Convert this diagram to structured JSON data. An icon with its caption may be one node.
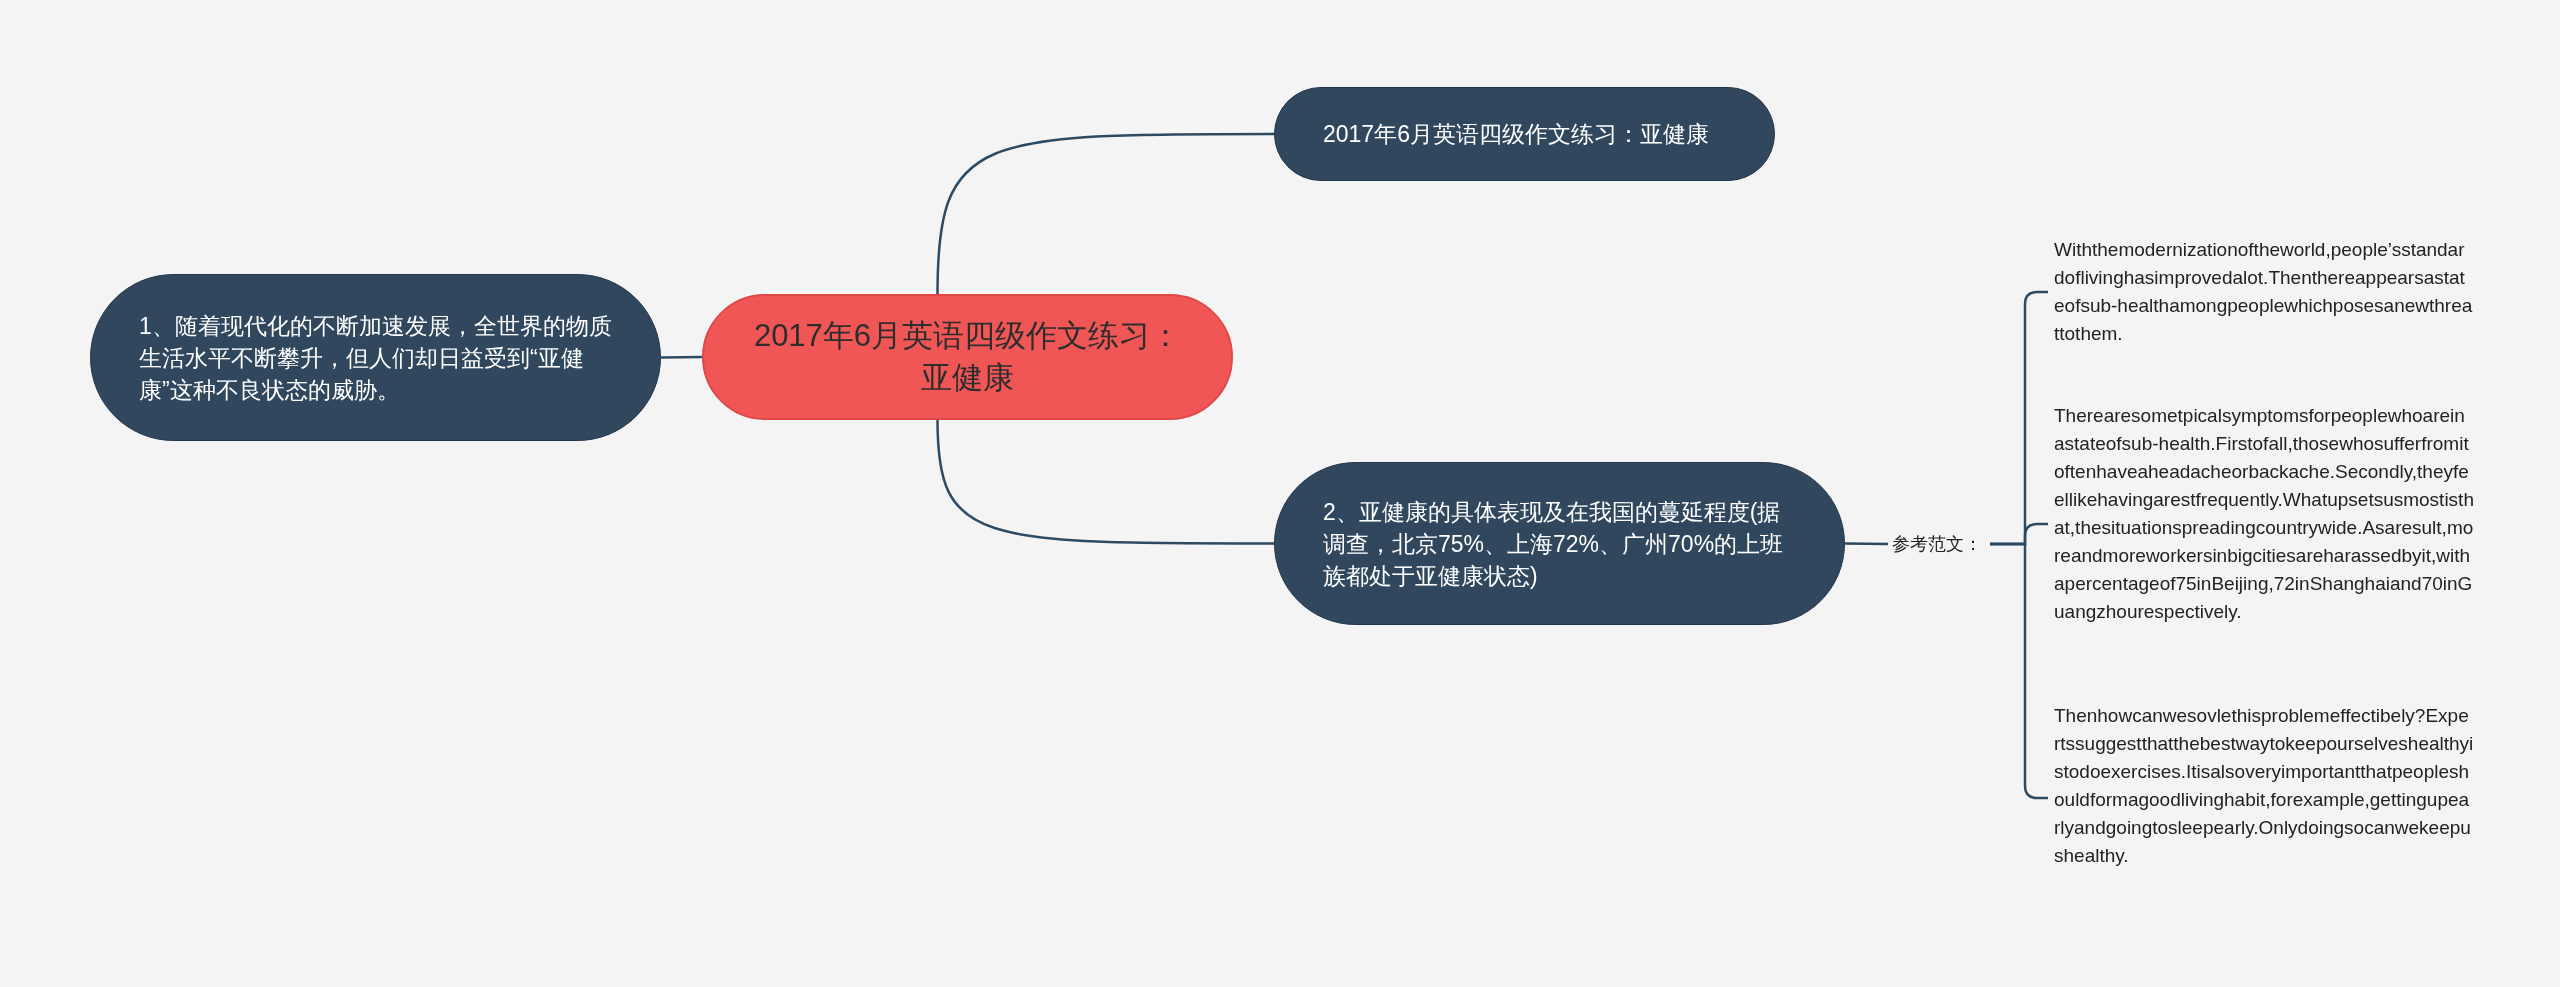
{
  "diagram": {
    "nodes": [
      {
        "text": [
          "2017年6月英语四级作文练习：亚健康"
        ]
      },
      {
        "text": [
          "2017年6月英语四级作文练习：亚健康"
        ]
      },
      {
        "text": [
          "1、随着现代化的不断加速发展，全世界的物质生活水平不断攀升，但人们却日益受到“亚健康”这种不良状态的威胁。"
        ]
      },
      {
        "text": [
          "2、亚健康的具体表现及在我国的蔓延程度(据调查，北京75%、上海72%、广州70%的上班族都处于亚健康状态)"
        ]
      },
      {
        "text": [
          "参考范文："
        ]
      },
      {
        "text": [
          "Withthemodernizationoftheworld,people’sstandardoflivinghasimprovedalot.Thenthereappearsastateofsub-healthamongpeoplewhichposesanewthreattothem."
        ]
      },
      {
        "text": [
          "Therearesometpicalsymptomsforpeoplewhoareinastateofsub-health.Firstofall,thosewhosufferfromitoftenhaveaheadacheorbackache.Secondly,theyfeellikehavingarestfrequently.Whatupsetsusmostisthat,thesituationspreadingcountrywide.Asaresult,moreandmoreworkersinbigcitiesareharassedbyit,withapercentageof75inBeijing,72inShanghaiand70inGuangzhourespectively."
        ]
      },
      {
        "text": [
          "Thenhowcanwesovlethisproblemeffectibely?Expertssuggestthatthebestwaytokeepourselveshealthyistodoexercises.Itisalsoveryimportantthatpeopleshouldformagoodlivinghabit,forexample,gettingupearlyandgoingtosleepearly.Onlydoingsocanwekeepushealthy."
        ]
      }
    ],
    "edges": [
      {
        "from": 0,
        "to": 1,
        "arrow": "none"
      },
      {
        "from": 0,
        "to": 2,
        "arrow": "none"
      },
      {
        "from": 0,
        "to": 3,
        "arrow": "none"
      },
      {
        "from": 3,
        "to": 4,
        "arrow": "none"
      },
      {
        "from": 4,
        "to": 5,
        "arrow": "none"
      },
      {
        "from": 4,
        "to": 6,
        "arrow": "none"
      },
      {
        "from": 4,
        "to": 7,
        "arrow": "none"
      }
    ]
  }
}
